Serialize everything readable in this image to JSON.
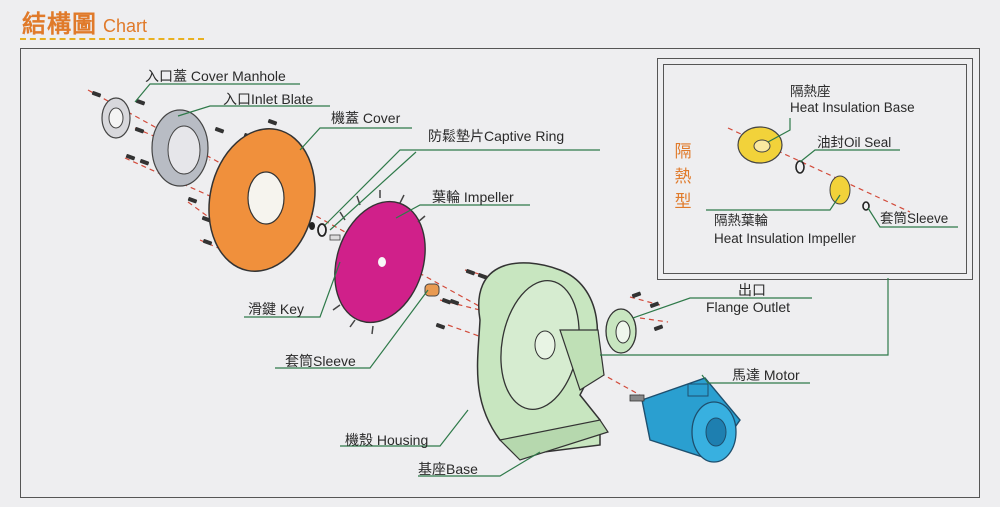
{
  "header": {
    "title_zh": "結構圖",
    "title_en": "Chart"
  },
  "labels": {
    "cover_manhole": "入口蓋 Cover Manhole",
    "inlet_blate": "入口Inlet Blate",
    "cover": "機蓋 Cover",
    "captive_ring": "防鬆墊片Captive Ring",
    "impeller": "葉輪 Impeller",
    "key": "滑鍵 Key",
    "sleeve": "套筒Sleeve",
    "housing": "機殼 Housing",
    "base": "基座Base",
    "outlet_zh": "出口",
    "outlet_en": "Flange Outlet",
    "motor": "馬達 Motor"
  },
  "inset": {
    "type_label": "隔熱型",
    "base_zh": "隔熱座",
    "base_en": "Heat Insulation Base",
    "oil_seal": "油封Oil Seal",
    "impeller_zh": "隔熱葉輪",
    "impeller_en": "Heat Insulation Impeller",
    "sleeve": "套筒Sleeve"
  },
  "colors": {
    "accent": "#e07a2a",
    "cover": "#f0903c",
    "impeller": "#d0208a",
    "housing": "#c8e6c0",
    "motor": "#2a9fd0",
    "inset_part": "#f2d23a",
    "leader_line": "#2f7a4a"
  }
}
